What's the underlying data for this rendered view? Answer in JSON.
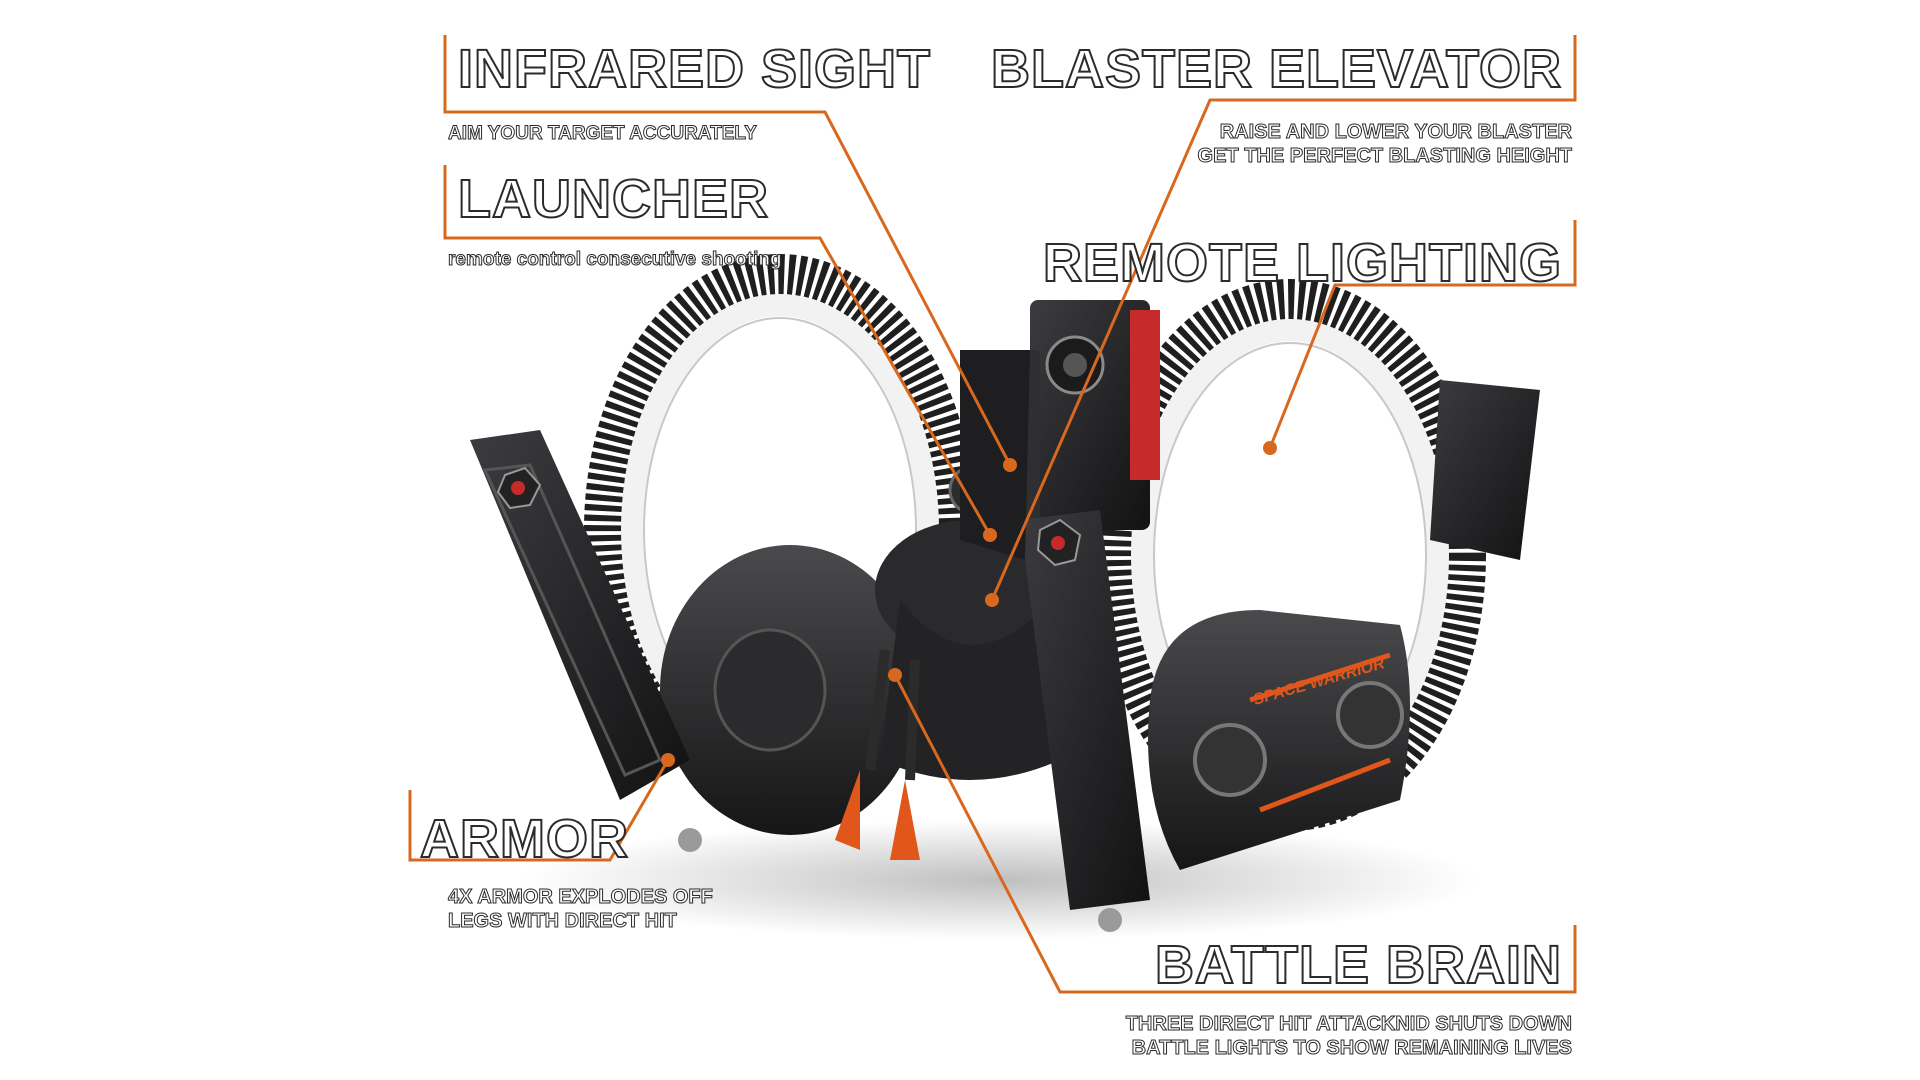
{
  "callouts": {
    "infrared_sight": {
      "title": "INFRARED SIGHT",
      "subtitle": "AIM YOUR TARGET ACCURATELY"
    },
    "blaster_elevator": {
      "title": "BLASTER ELEVATOR",
      "subtitle_line1": "RAISE AND  LOWER YOUR BLASTER",
      "subtitle_line2": "GET THE PERFECT BLASTING HEIGHT"
    },
    "launcher": {
      "title": "LAUNCHER",
      "subtitle": "remote control consecutive shooting"
    },
    "remote_lighting": {
      "title": "REMOTE LIGHTING"
    },
    "armor": {
      "title": "ARMOR",
      "subtitle_line1": "4X ARMOR EXPLODES OFF",
      "subtitle_line2": "LEGS WITH DIRECT HIT"
    },
    "battle_brain": {
      "title": "BATTLE BRAIN",
      "subtitle_line1": "THREE DIRECT HIT ATTACKNID SHUTS DOWN",
      "subtitle_line2": "BATTLE LIGHTS TO SHOW REMAINING LIVES"
    }
  },
  "product": {
    "side_logo": "SPACE WARRIOR"
  },
  "colors": {
    "callout_line": "#d9681f",
    "robot_body": "#2a2a2c",
    "robot_accent": "#e0561b",
    "tire": "#1f1f20",
    "rim": "#f2f2f2"
  }
}
